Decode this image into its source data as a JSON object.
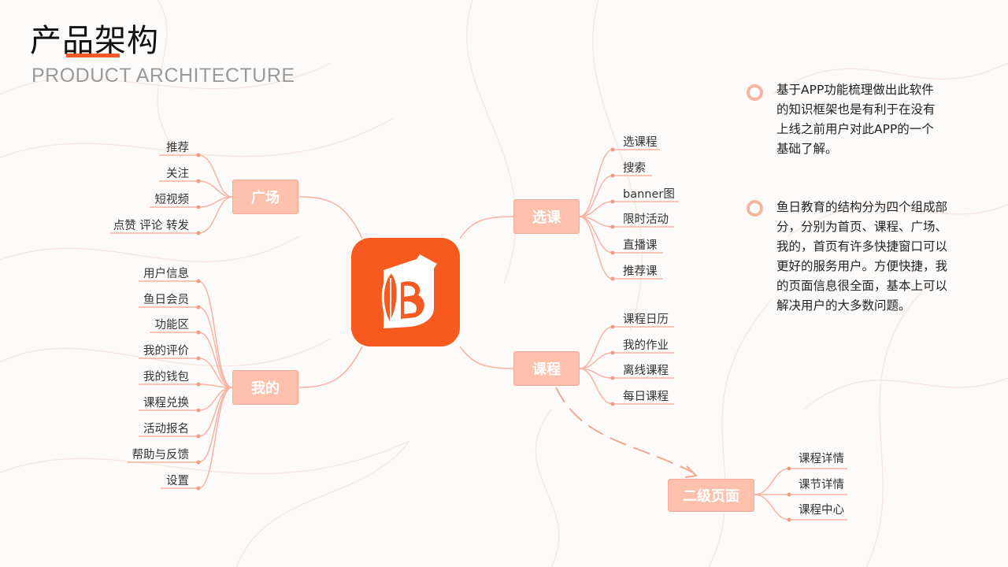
{
  "header": {
    "title": "产品架构",
    "subtitle": "PRODUCT ARCHITECTURE"
  },
  "colors": {
    "accent": "#f05a28",
    "icon_bg": "#f65a1f",
    "branch_fill": "#fcc0ad",
    "connector": "#f7b3a3"
  },
  "mindmap": {
    "center": {
      "icon": "book-app-logo-icon"
    },
    "branches": {
      "guangchang": {
        "label": "广场",
        "items": [
          "推荐",
          "关注",
          "短视频",
          "点赞 评论 转发"
        ]
      },
      "wode": {
        "label": "我的",
        "items": [
          "用户信息",
          "鱼日会员",
          "功能区",
          "我的评价",
          "我的钱包",
          "课程兑换",
          "活动报名",
          "帮助与反馈",
          "设置"
        ]
      },
      "xuanke": {
        "label": "选课",
        "items": [
          "选课程",
          "搜索",
          "banner图",
          "限时活动",
          "直播课",
          "推荐课"
        ]
      },
      "kecheng": {
        "label": "课程",
        "items": [
          "课程日历",
          "我的作业",
          "离线课程",
          "每日课程"
        ]
      },
      "erji": {
        "label": "二级页面",
        "items": [
          "课程详情",
          "课节详情",
          "课程中心"
        ]
      }
    }
  },
  "notes": {
    "p1": [
      "基于APP功能梳理做出此软件",
      "的知识框架也是有利于在没有",
      "上线之前用户对此APP的一个",
      "基础了解。"
    ],
    "p2": [
      "鱼日教育的结构分为四个组成部",
      "分，分别为首页、课程、广场、",
      "我的，首页有许多快捷窗口可以",
      "更好的服务用户。方便快捷，我",
      "的页面信息很全面，基本上可以",
      "解决用户的大多数问题。"
    ]
  }
}
